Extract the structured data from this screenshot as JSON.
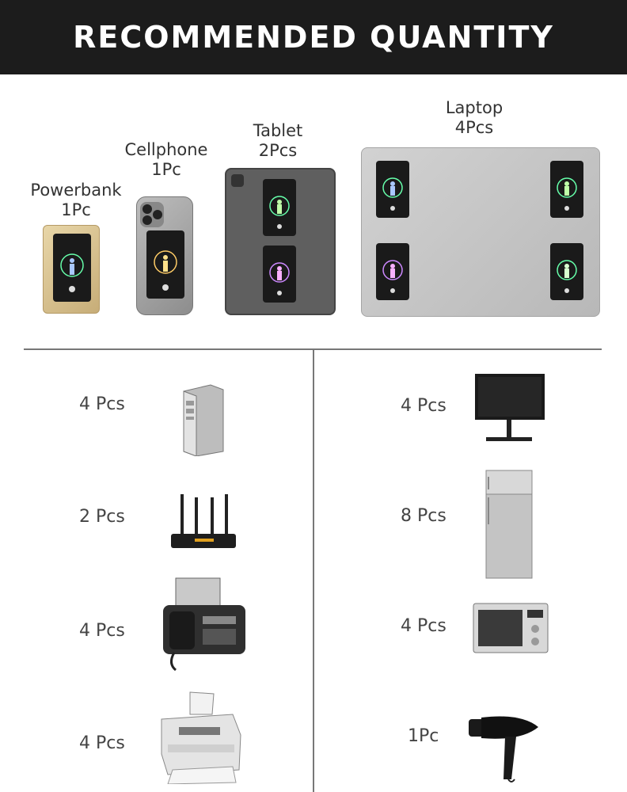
{
  "header": {
    "title": "RECOMMENDED QUANTITY"
  },
  "top_devices": [
    {
      "name": "Powerbank",
      "qty": "1Pc"
    },
    {
      "name": "Cellphone",
      "qty": "1Pc"
    },
    {
      "name": "Tablet",
      "qty": "2Pcs"
    },
    {
      "name": "Laptop",
      "qty": "4Pcs"
    }
  ],
  "left_column": [
    {
      "qty": "4 Pcs",
      "icon": "desktop-tower-icon"
    },
    {
      "qty": "2 Pcs",
      "icon": "router-icon"
    },
    {
      "qty": "4 Pcs",
      "icon": "fax-machine-icon"
    },
    {
      "qty": "4 Pcs",
      "icon": "printer-icon"
    }
  ],
  "right_column": [
    {
      "qty": "4 Pcs",
      "icon": "monitor-icon"
    },
    {
      "qty": "8 Pcs",
      "icon": "refrigerator-icon"
    },
    {
      "qty": "4 Pcs",
      "icon": "microwave-icon"
    },
    {
      "qty": "1Pc",
      "icon": "hair-dryer-icon"
    }
  ],
  "colors": {
    "header_bg": "#1c1c1c",
    "header_text": "#ffffff",
    "divider": "#777777",
    "text": "#333333"
  }
}
